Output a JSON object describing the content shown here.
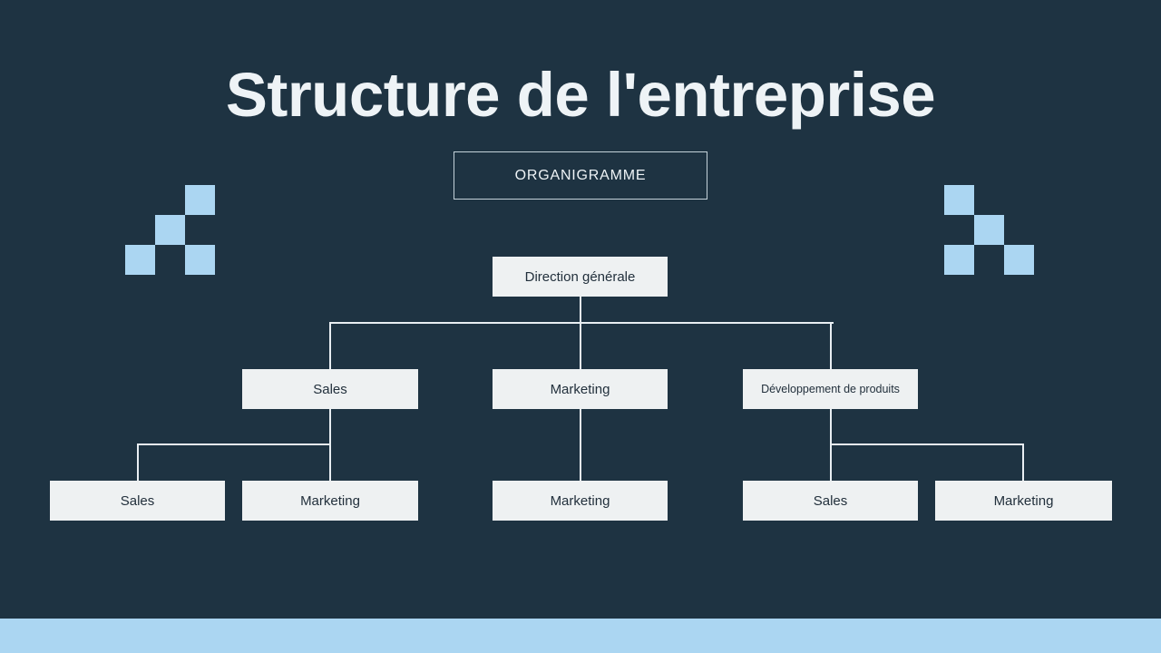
{
  "slide": {
    "title": "Structure de l'entreprise",
    "subtitle": "ORGANIGRAMME",
    "background_color": "#1e3342",
    "accent_color": "#abd6f2",
    "node_fill_color": "#eef1f2",
    "node_text_color": "#22303c",
    "line_color": "#e8eef2",
    "title_color": "#eef3f6"
  },
  "chart_data": {
    "type": "diagram",
    "diagram_type": "organization-chart",
    "title": "Structure de l'entreprise",
    "subtitle": "ORGANIGRAMME",
    "levels": 3,
    "root": {
      "id": "direction-generale",
      "label": "Direction générale",
      "level": 0
    },
    "level1": [
      {
        "id": "sales-l1",
        "label": "Sales",
        "level": 1,
        "parent": "direction-generale"
      },
      {
        "id": "marketing-l1",
        "label": "Marketing",
        "level": 1,
        "parent": "direction-generale"
      },
      {
        "id": "developpement-produits-l1",
        "label": "Développement de produits",
        "level": 1,
        "parent": "direction-generale"
      }
    ],
    "level2": [
      {
        "id": "sales-l2-a",
        "label": "Sales",
        "level": 2,
        "parent": "sales-l1"
      },
      {
        "id": "marketing-l2-a",
        "label": "Marketing",
        "level": 2,
        "parent": "sales-l1"
      },
      {
        "id": "marketing-l2-b",
        "label": "Marketing",
        "level": 2,
        "parent": "marketing-l1"
      },
      {
        "id": "sales-l2-c",
        "label": "Sales",
        "level": 2,
        "parent": "developpement-produits-l1"
      },
      {
        "id": "marketing-l2-c",
        "label": "Marketing",
        "level": 2,
        "parent": "developpement-produits-l1"
      }
    ]
  },
  "decorations": {
    "left_cluster": {
      "name": "checkered-squares-left",
      "grid": [
        [
          0,
          0,
          1
        ],
        [
          0,
          1,
          0
        ],
        [
          1,
          0,
          1
        ]
      ]
    },
    "right_cluster": {
      "name": "checkered-squares-right",
      "grid": [
        [
          1,
          0,
          0
        ],
        [
          0,
          1,
          0
        ],
        [
          1,
          0,
          1
        ]
      ]
    }
  }
}
